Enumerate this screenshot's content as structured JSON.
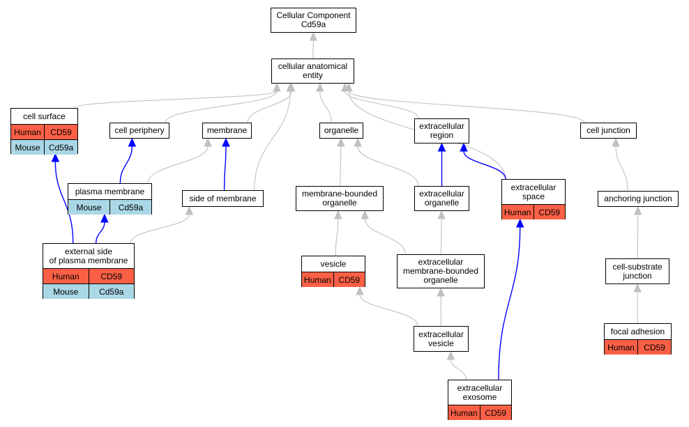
{
  "diagram": {
    "colors": {
      "edge_gray": "#c0c0c0",
      "edge_blue": "#0000ff",
      "human_fill": "#fb6046",
      "mouse_fill": "#aad7e6"
    },
    "nodes": {
      "root": {
        "lines": [
          "Cellular Component",
          "Cd59a"
        ]
      },
      "cae": {
        "lines": [
          "cellular anatomical",
          "entity"
        ]
      },
      "cell_surface": {
        "lines": [
          "cell surface"
        ],
        "human": {
          "species": "Human",
          "gene": "CD59"
        },
        "mouse": {
          "species": "Mouse",
          "gene": "Cd59a"
        }
      },
      "cell_periphery": {
        "lines": [
          "cell periphery"
        ]
      },
      "membrane": {
        "lines": [
          "membrane"
        ]
      },
      "organelle": {
        "lines": [
          "organelle"
        ]
      },
      "extracellular_region": {
        "lines": [
          "extracellular",
          "region"
        ]
      },
      "cell_junction": {
        "lines": [
          "cell junction"
        ]
      },
      "plasma_membrane": {
        "lines": [
          "plasma membrane"
        ],
        "mouse": {
          "species": "Mouse",
          "gene": "Cd59a"
        }
      },
      "side_of_membrane": {
        "lines": [
          "side of membrane"
        ]
      },
      "membrane_bounded_organelle": {
        "lines": [
          "membrane-bounded",
          "organelle"
        ]
      },
      "extracellular_organelle": {
        "lines": [
          "extracellular",
          "organelle"
        ]
      },
      "extracellular_space": {
        "lines": [
          "extracellular",
          "space"
        ],
        "human": {
          "species": "Human",
          "gene": "CD59"
        }
      },
      "anchoring_junction": {
        "lines": [
          "anchoring junction"
        ]
      },
      "external_side": {
        "lines": [
          "external side",
          "of plasma membrane"
        ],
        "human": {
          "species": "Human",
          "gene": "CD59"
        },
        "mouse": {
          "species": "Mouse",
          "gene": "Cd59a"
        }
      },
      "vesicle": {
        "lines": [
          "vesicle"
        ],
        "human": {
          "species": "Human",
          "gene": "CD59"
        }
      },
      "ec_mb_organelle": {
        "lines": [
          "extracellular",
          "membrane-bounded",
          "organelle"
        ]
      },
      "cell_substrate_junction": {
        "lines": [
          "cell-substrate",
          "junction"
        ]
      },
      "extracellular_vesicle": {
        "lines": [
          "extracellular",
          "vesicle"
        ]
      },
      "focal_adhesion": {
        "lines": [
          "focal adhesion"
        ],
        "human": {
          "species": "Human",
          "gene": "CD59"
        }
      },
      "extracellular_exosome": {
        "lines": [
          "extracellular",
          "exosome"
        ],
        "human": {
          "species": "Human",
          "gene": "CD59"
        }
      }
    },
    "edges": [
      {
        "from": "cae",
        "to": "root",
        "kind": "is_a"
      },
      {
        "from": "cell_surface",
        "to": "cae",
        "kind": "is_a"
      },
      {
        "from": "cell_periphery",
        "to": "cae",
        "kind": "is_a"
      },
      {
        "from": "membrane",
        "to": "cae",
        "kind": "is_a"
      },
      {
        "from": "side_of_membrane",
        "to": "cae",
        "kind": "is_a"
      },
      {
        "from": "organelle",
        "to": "cae",
        "kind": "is_a"
      },
      {
        "from": "extracellular_region",
        "to": "cae",
        "kind": "is_a"
      },
      {
        "from": "extracellular_space",
        "to": "cae",
        "kind": "is_a"
      },
      {
        "from": "cell_junction",
        "to": "cae",
        "kind": "is_a"
      },
      {
        "from": "plasma_membrane",
        "to": "cell_periphery",
        "kind": "part_of"
      },
      {
        "from": "plasma_membrane",
        "to": "membrane",
        "kind": "is_a"
      },
      {
        "from": "side_of_membrane",
        "to": "membrane",
        "kind": "part_of"
      },
      {
        "from": "membrane_bounded_organelle",
        "to": "organelle",
        "kind": "is_a"
      },
      {
        "from": "extracellular_organelle",
        "to": "organelle",
        "kind": "is_a"
      },
      {
        "from": "extracellular_organelle",
        "to": "extracellular_region",
        "kind": "part_of"
      },
      {
        "from": "extracellular_space",
        "to": "extracellular_region",
        "kind": "part_of"
      },
      {
        "from": "anchoring_junction",
        "to": "cell_junction",
        "kind": "is_a"
      },
      {
        "from": "external_side",
        "to": "cell_surface",
        "kind": "part_of"
      },
      {
        "from": "external_side",
        "to": "plasma_membrane",
        "kind": "part_of"
      },
      {
        "from": "external_side",
        "to": "side_of_membrane",
        "kind": "is_a"
      },
      {
        "from": "vesicle",
        "to": "membrane_bounded_organelle",
        "kind": "is_a"
      },
      {
        "from": "ec_mb_organelle",
        "to": "membrane_bounded_organelle",
        "kind": "is_a"
      },
      {
        "from": "ec_mb_organelle",
        "to": "extracellular_organelle",
        "kind": "is_a"
      },
      {
        "from": "cell_substrate_junction",
        "to": "anchoring_junction",
        "kind": "is_a"
      },
      {
        "from": "extracellular_vesicle",
        "to": "vesicle",
        "kind": "is_a"
      },
      {
        "from": "extracellular_vesicle",
        "to": "ec_mb_organelle",
        "kind": "is_a"
      },
      {
        "from": "focal_adhesion",
        "to": "cell_substrate_junction",
        "kind": "is_a"
      },
      {
        "from": "extracellular_exosome",
        "to": "extracellular_vesicle",
        "kind": "is_a"
      },
      {
        "from": "extracellular_exosome",
        "to": "extracellular_space",
        "kind": "part_of"
      }
    ]
  }
}
